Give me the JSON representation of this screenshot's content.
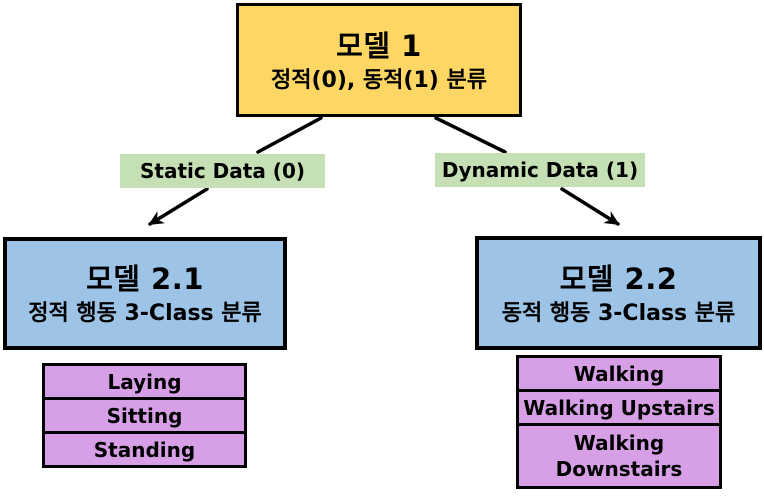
{
  "colors": {
    "background": "#ffffff",
    "border": "#000000",
    "model1_fill": "#fdd663",
    "branch_fill": "#c5e0b4",
    "model2_fill": "#9dc3e6",
    "class_fill": "#d7a0e6"
  },
  "model1": {
    "title": "모델 1",
    "subtitle": "정적(0), 동적(1) 분류"
  },
  "branches": {
    "static": {
      "label": "Static Data (0)"
    },
    "dynamic": {
      "label": "Dynamic Data (1)"
    }
  },
  "model21": {
    "title": "모델 2.1",
    "subtitle": "정적 행동 3-Class 분류"
  },
  "model22": {
    "title": "모델 2.2",
    "subtitle": "동적 행동 3-Class 분류"
  },
  "static_classes": [
    "Laying",
    "Sitting",
    "Standing"
  ],
  "dynamic_classes": [
    "Walking",
    "Walking Upstairs",
    "Walking Downstairs"
  ]
}
